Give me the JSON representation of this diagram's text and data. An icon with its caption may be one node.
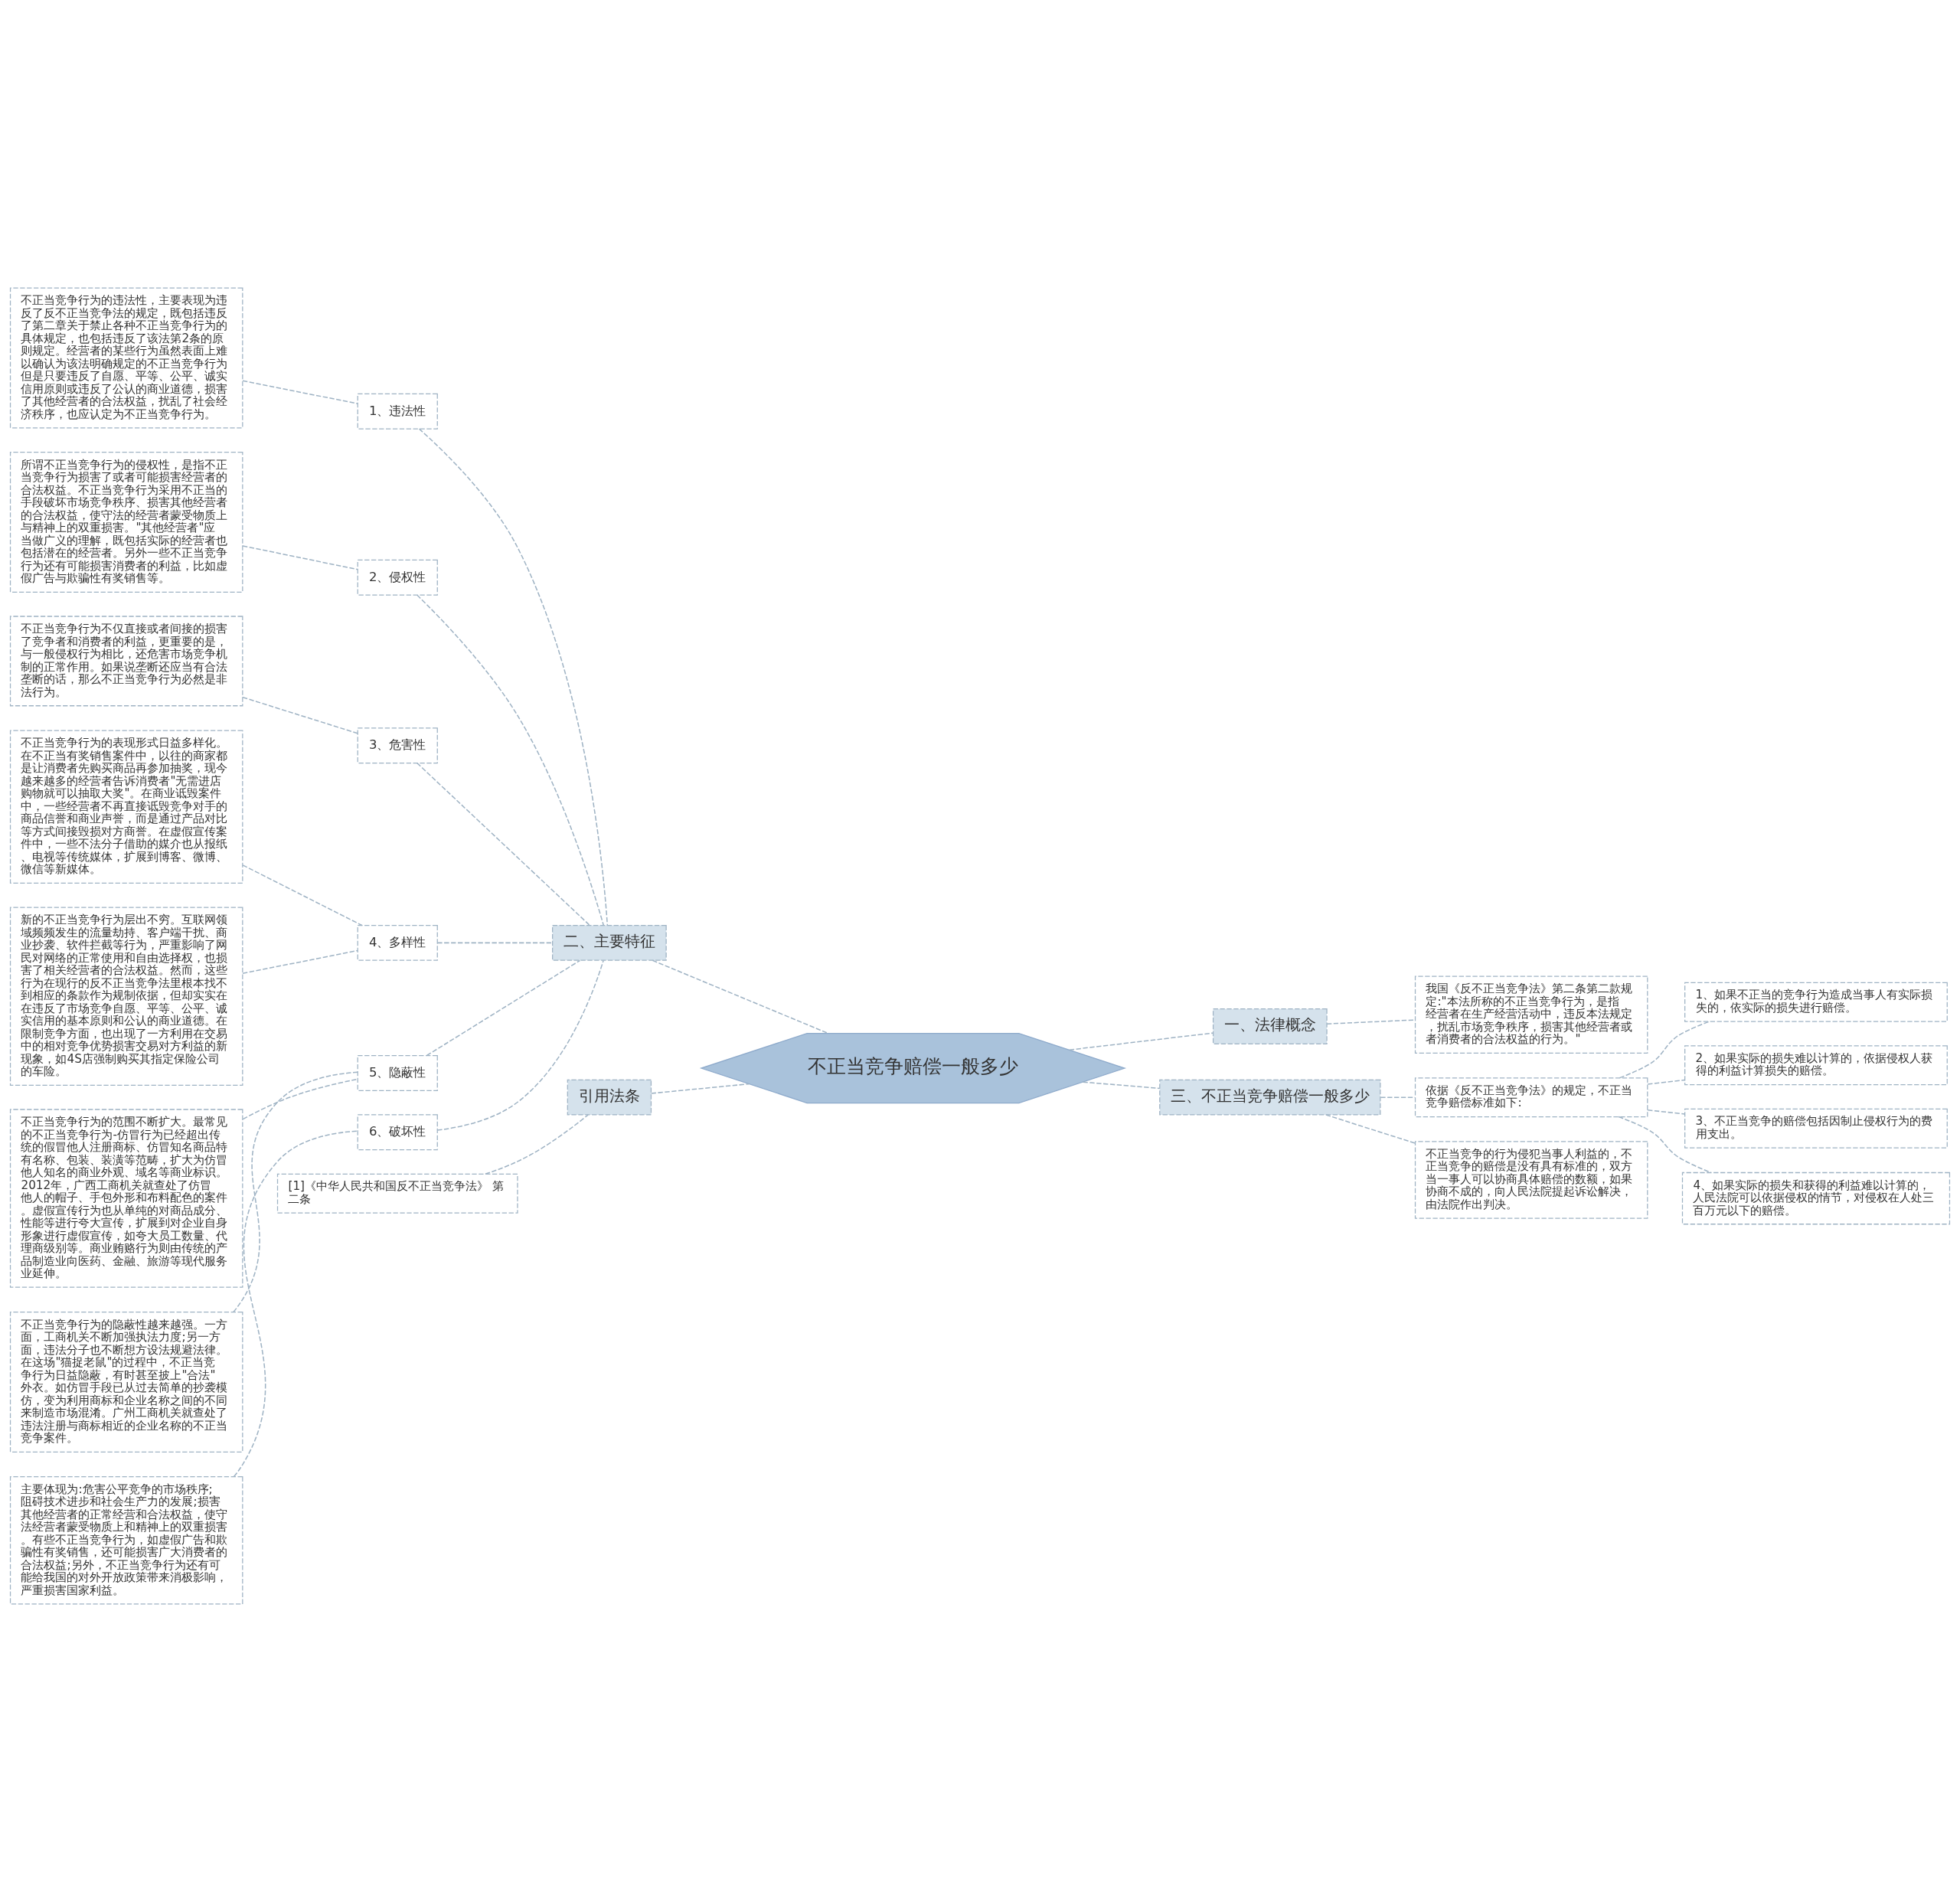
{
  "diagram": {
    "nodes": [
      {
        "text": [
          "不正当竞争赔偿一般多少"
        ]
      },
      {
        "text": [
          "一、法律概念"
        ]
      },
      {
        "text": [
          "我国《反不正当竞争法》第二条第二款规定:\"本法所称的不正当竞争行为，是指经营者在生产经营活动中，违反本法规定，扰乱市场竞争秩序，损害其他经营者或者消费者的合法权益的行为。\""
        ]
      },
      {
        "text": [
          "二、主要特征"
        ]
      },
      {
        "text": [
          "1、违法性"
        ]
      },
      {
        "text": [
          "不正当竞争行为的违法性，主要表现为违反了反不正当竞争法的规定，既包括违反了第二章关于禁止各种不正当竞争行为的具体规定，也包括违反了该法第2条的原则规定。经营者的某些行为虽然表面上难以确认为该法明确规定的不正当竞争行为但是只要违反了自愿、平等、公平、诚实信用原则或违反了公认的商业道德，损害了其他经营者的合法权益，扰乱了社会经济秩序，也应认定为不正当竞争行为。"
        ]
      },
      {
        "text": [
          "2、侵权性"
        ]
      },
      {
        "text": [
          "所谓不正当竞争行为的侵权性，是指不正当竞争行为损害了或者可能损害经营者的合法权益。不正当竞争行为采用不正当的手段破坏市场竞争秩序、损害其他经营者的合法权益，使守法的经营者蒙受物质上与精神上的双重损害。\"其他经营者\"应当做广义的理解，既包括实际的经营者也包括潜在的经营者。另外一些不正当竞争行为还有可能损害消费者的利益，比如虚假广告与欺骗性有奖销售等。"
        ]
      },
      {
        "text": [
          "3、危害性"
        ]
      },
      {
        "text": [
          "不正当竞争行为不仅直接或者间接的损害了竞争者和消费者的利益，更重要的是，与一般侵权行为相比，还危害市场竞争机制的正常作用。如果说垄断还应当有合法垄断的话，那么不正当竞争行为必然是非法行为。"
        ]
      },
      {
        "text": [
          "4、多样性"
        ]
      },
      {
        "text": [
          "不正当竞争行为的表现形式日益多样化。在不正当有奖销售案件中，以往的商家都是让消费者先购买商品再参加抽奖，现今越来越多的经营者告诉消费者\"无需进店购物就可以抽取大奖\"。在商业诋毁案件中，一些经营者不再直接诋毁竞争对手的商品信誉和商业声誉，而是通过产品对比等方式间接毁损对方商誉。在虚假宣传案件中，一些不法分子借助的媒介也从报纸、电视等传统媒体，扩展到博客、微博、微信等新媒体。"
        ]
      },
      {
        "text": [
          "新的不正当竞争行为层出不穷。互联网领域频频发生的流量劫持、客户端干扰、商业抄袭、软件拦截等行为，严重影响了网民对网络的正常使用和自由选择权，也损害了相关经营者的合法权益。然而，这些行为在现行的反不正当竞争法里根本找不到相应的条款作为规制依据，但却实实在在违反了市场竞争自愿、平等、公平、诚实信用的基本原则和公认的商业道德。在限制竞争方面，也出现了一方利用在交易中的相对竞争优势损害交易对方利益的新现象，如4S店强制购买其指定保险公司的车险。"
        ]
      },
      {
        "text": [
          "5、隐蔽性"
        ]
      },
      {
        "text": [
          "不正当竞争行为的范围不断扩大。最常见的不正当竞争行为-仿冒行为已经超出传统的假冒他人注册商标、仿冒知名商品特有名称、包装、装潢等范畴，扩大为仿冒他人知名的商业外观、域名等商业标识。2012年，广西工商机关就查处了仿冒他人的帽子、手包外形和布料配色的案件。虚假宣传行为也从单纯的对商品成分、性能等进行夸大宣传，扩展到对企业自身形象进行虚假宣传，如夸大员工数量、代理商级别等。商业贿赂行为则由传统的产品制造业向医药、金融、旅游等现代服务业延伸。"
        ]
      },
      {
        "text": [
          "不正当竞争行为的隐蔽性越来越强。一方面，工商机关不断加强执法力度;另一方面，违法分子也不断想方设法规避法律。在这场\"猫捉老鼠\"的过程中，不正当竞争行为日益隐蔽，有时甚至披上\"合法\"外衣。如仿冒手段已从过去简单的抄袭模仿，变为利用商标和企业名称之间的不同来制造市场混淆。广州工商机关就查处了违法注册与商标相近的企业名称的不正当竞争案件。"
        ]
      },
      {
        "text": [
          "6、破坏性"
        ]
      },
      {
        "text": [
          "主要体现为:危害公平竞争的市场秩序;阻碍技术进步和社会生产力的发展;损害其他经营者的正常经营和合法权益，使守法经营者蒙受物质上和精神上的双重损害。有些不正当竞争行为，如虚假广告和欺骗性有奖销售，还可能损害广大消费者的合法权益;另外，不正当竞争行为还有可能给我国的对外开放政策带来消极影响，严重损害国家利益。"
        ]
      },
      {
        "text": [
          "三、不正当竞争赔偿一般多少"
        ]
      },
      {
        "text": [
          "依据《反不正当竞争法》的规定，不正当竞争赔偿标准如下:"
        ]
      },
      {
        "text": [
          "1、如果不正当的竞争行为造成当事人有实际损失的，依实际的损失进行赔偿。"
        ]
      },
      {
        "text": [
          "2、如果实际的损失难以计算的，依据侵权人获得的利益计算损失的赔偿。"
        ]
      },
      {
        "text": [
          "3、不正当竞争的赔偿包括因制止侵权行为的费用支出。"
        ]
      },
      {
        "text": [
          "4、如果实际的损失和获得的利益难以计算的，人民法院可以依据侵权的情节，对侵权在人处三百万元以下的赔偿。"
        ]
      },
      {
        "text": [
          "不正当竞争的行为侵犯当事人利益的，不正当竞争的赔偿是没有具有标准的，双方当一事人可以协商具体赔偿的数额，如果协商不成的，向人民法院提起诉讼解决，由法院作出判决。"
        ]
      },
      {
        "text": [
          "引用法条"
        ]
      },
      {
        "text": [
          "[1]《中华人民共和国反不正当竞争法》 第二条"
        ]
      }
    ],
    "edges": [
      {
        "from": 0,
        "to": 1,
        "arrow": "none",
        "style": "dashed"
      },
      {
        "from": 1,
        "to": 2,
        "arrow": "none",
        "style": "dashed"
      },
      {
        "from": 0,
        "to": 3,
        "arrow": "none",
        "style": "dashed"
      },
      {
        "from": 3,
        "to": 4,
        "arrow": "none",
        "style": "dashed"
      },
      {
        "from": 4,
        "to": 5,
        "arrow": "none",
        "style": "dashed"
      },
      {
        "from": 3,
        "to": 6,
        "arrow": "none",
        "style": "dashed"
      },
      {
        "from": 6,
        "to": 7,
        "arrow": "none",
        "style": "dashed"
      },
      {
        "from": 3,
        "to": 8,
        "arrow": "none",
        "style": "dashed"
      },
      {
        "from": 8,
        "to": 9,
        "arrow": "none",
        "style": "dashed"
      },
      {
        "from": 3,
        "to": 10,
        "arrow": "none",
        "style": "dashed"
      },
      {
        "from": 10,
        "to": 11,
        "arrow": "none",
        "style": "dashed"
      },
      {
        "from": 10,
        "to": 12,
        "arrow": "none",
        "style": "dashed"
      },
      {
        "from": 3,
        "to": 13,
        "arrow": "none",
        "style": "dashed"
      },
      {
        "from": 13,
        "to": 14,
        "arrow": "none",
        "style": "dashed"
      },
      {
        "from": 13,
        "to": 15,
        "arrow": "none",
        "style": "dashed"
      },
      {
        "from": 3,
        "to": 16,
        "arrow": "none",
        "style": "dashed"
      },
      {
        "from": 16,
        "to": 17,
        "arrow": "none",
        "style": "dashed"
      },
      {
        "from": 0,
        "to": 18,
        "arrow": "none",
        "style": "dashed"
      },
      {
        "from": 18,
        "to": 19,
        "arrow": "none",
        "style": "dashed"
      },
      {
        "from": 19,
        "to": 20,
        "arrow": "none",
        "style": "dashed"
      },
      {
        "from": 19,
        "to": 21,
        "arrow": "none",
        "style": "dashed"
      },
      {
        "from": 19,
        "to": 22,
        "arrow": "none",
        "style": "dashed"
      },
      {
        "from": 19,
        "to": 23,
        "arrow": "none",
        "style": "dashed"
      },
      {
        "from": 18,
        "to": 24,
        "arrow": "none",
        "style": "dashed"
      },
      {
        "from": 0,
        "to": 25,
        "arrow": "none",
        "style": "dashed"
      },
      {
        "from": 25,
        "to": 26,
        "arrow": "none",
        "style": "dashed"
      }
    ]
  }
}
